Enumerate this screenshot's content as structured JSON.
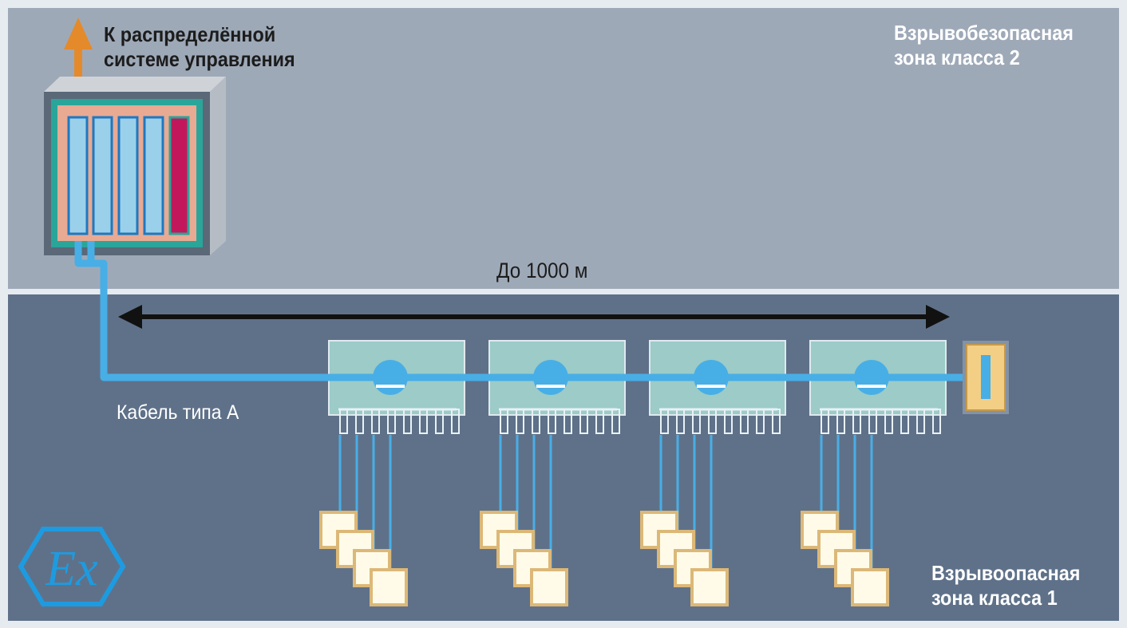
{
  "labels": {
    "dcs": "К распределённой\nсистеме управления",
    "safe_zone": "Взрывобезопасная\nзона класса 2",
    "hazard_zone": "Взрывоопасная\nзона класса 1",
    "distance": "До 1000 м",
    "cable": "Кабель типа А",
    "ex_mark": "Ex"
  },
  "colors": {
    "upper_zone": "#9ea9b8",
    "lower_zone": "#5f7189",
    "bus_cable": "#48aee6",
    "uplink": "#e48a2a",
    "module_fill": "#9bd0ea",
    "module_border": "#1f78c0",
    "controller_body": "#e8aa93",
    "controller_frame": "#2aa59a",
    "red_module": "#c2185b",
    "coupler": "#9ccbc8",
    "terminator": "#f2cf85",
    "device": "#fffbe8",
    "device_border": "#dcb878",
    "ex_symbol": "#1e9be0",
    "arrow": "#111111"
  },
  "diagram": {
    "couplers": 4,
    "devices_per_coupler": 4
  }
}
